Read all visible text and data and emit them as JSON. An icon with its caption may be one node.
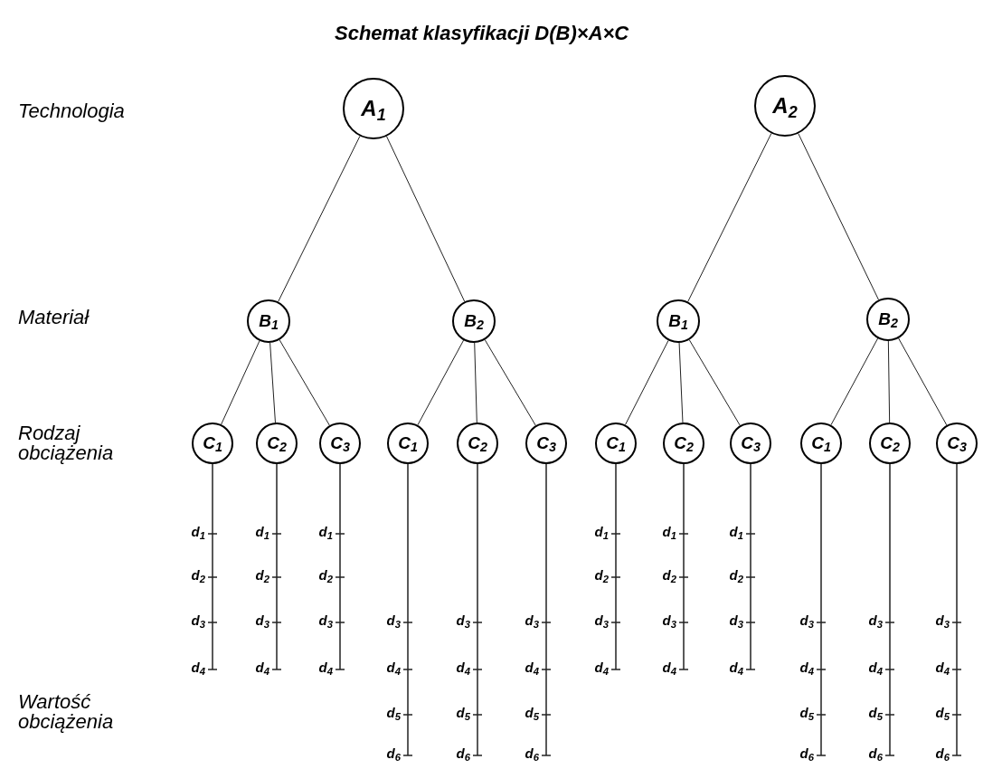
{
  "diagram": {
    "title": "Schemat klasyfikacji D(B)×A×C",
    "nodes": [
      {
        "text": [
          "A$_{1}$"
        ]
      },
      {
        "text": [
          "A$_{2}$"
        ]
      },
      {
        "text": [
          "B$_{1}$"
        ]
      },
      {
        "text": [
          "B$_{2}$"
        ]
      },
      {
        "text": [
          "B$_{1}$"
        ]
      },
      {
        "text": [
          "B$_{2}$"
        ]
      },
      {
        "text": [
          "C$_{1}$"
        ]
      },
      {
        "text": [
          "C$_{2}$"
        ]
      },
      {
        "text": [
          "C$_{3}$"
        ]
      },
      {
        "text": [
          "C$_{1}$"
        ]
      },
      {
        "text": [
          "C$_{2}$"
        ]
      },
      {
        "text": [
          "C$_{3}$"
        ]
      },
      {
        "text": [
          "C$_{1}$"
        ]
      },
      {
        "text": [
          "C$_{2}$"
        ]
      },
      {
        "text": [
          "C$_{3}$"
        ]
      },
      {
        "text": [
          "C$_{1}$"
        ]
      },
      {
        "text": [
          "C$_{2}$"
        ]
      },
      {
        "text": [
          "C$_{3}$"
        ]
      }
    ],
    "edges": [
      {
        "from": 0,
        "to": 2,
        "arrow": "none"
      },
      {
        "from": 0,
        "to": 3,
        "arrow": "none"
      },
      {
        "from": 1,
        "to": 4,
        "arrow": "none"
      },
      {
        "from": 1,
        "to": 5,
        "arrow": "none"
      },
      {
        "from": 2,
        "to": 6,
        "arrow": "none"
      },
      {
        "from": 2,
        "to": 7,
        "arrow": "none"
      },
      {
        "from": 2,
        "to": 8,
        "arrow": "none"
      },
      {
        "from": 3,
        "to": 9,
        "arrow": "none"
      },
      {
        "from": 3,
        "to": 10,
        "arrow": "none"
      },
      {
        "from": 3,
        "to": 11,
        "arrow": "none"
      },
      {
        "from": 4,
        "to": 12,
        "arrow": "none"
      },
      {
        "from": 4,
        "to": 13,
        "arrow": "none"
      },
      {
        "from": 4,
        "to": 14,
        "arrow": "none"
      },
      {
        "from": 5,
        "to": 15,
        "arrow": "none"
      },
      {
        "from": 5,
        "to": 16,
        "arrow": "none"
      },
      {
        "from": 5,
        "to": 17,
        "arrow": "none"
      }
    ],
    "labels": [
      "Technologia",
      "Materiał",
      "Rodzaj obciążenia",
      "d$_{1}$",
      "d$_{2}$",
      "d$_{3}$",
      "d$_{4}$",
      "d$_{1}$",
      "d$_{2}$",
      "d$_{3}$",
      "d$_{4}$",
      "d$_{1}$",
      "d$_{2}$",
      "d$_{3}$",
      "d$_{4}$",
      "d$_{3}$",
      "d$_{4}$",
      "d$_{5}$",
      "d$_{6}$",
      "d$_{3}$",
      "d$_{4}$",
      "d$_{5}$",
      "d$_{6}$",
      "d$_{3}$",
      "d$_{4}$",
      "d$_{5}$",
      "d$_{6}$",
      "d$_{1}$",
      "d$_{2}$",
      "d$_{3}$",
      "d$_{4}$",
      "d$_{1}$",
      "d$_{2}$",
      "d$_{3}$",
      "d$_{4}$",
      "d$_{1}$",
      "d$_{2}$",
      "d$_{3}$",
      "d$_{4}$",
      "d$_{3}$",
      "d$_{4}$",
      "d$_{5}$",
      "d$_{6}$",
      "d$_{3}$",
      "d$_{4}$",
      "d$_{5}$",
      "d$_{6}$",
      "d$_{3}$",
      "d$_{4}$",
      "d$_{5}$",
      "d$_{6}$",
      "Wartość obciążenia"
    ]
  }
}
